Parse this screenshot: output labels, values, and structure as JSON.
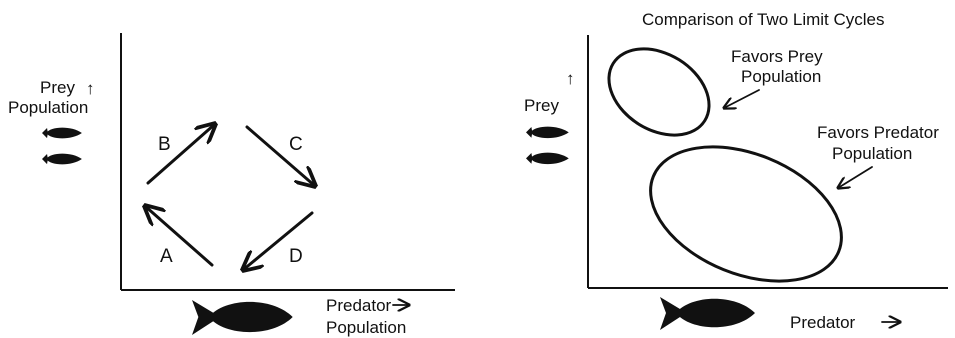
{
  "left_panel": {
    "y_label_line1": "Prey",
    "y_label_line2": "Population",
    "x_label_line1": "Predator",
    "x_label_line2": "Population",
    "x_arrow": "→",
    "y_arrow": "↑",
    "phases": {
      "a": "A",
      "b": "B",
      "c": "C",
      "d": "D"
    },
    "icons": [
      "fish-icon",
      "fish-icon",
      "fish-icon"
    ]
  },
  "right_panel": {
    "title": "Comparison of Two Limit Cycles",
    "y_label": "Prey",
    "x_label": "Predator",
    "x_arrow": "→",
    "y_arrow": "↑",
    "cycles": {
      "prey_line1": "Favors Prey",
      "prey_line2": "Population",
      "predator_line1": "Favors Predator",
      "predator_line2": "Population"
    },
    "icons": [
      "fish-icon",
      "fish-icon",
      "fish-icon"
    ]
  },
  "colors": {
    "ink": "#111111",
    "background": "#ffffff"
  }
}
